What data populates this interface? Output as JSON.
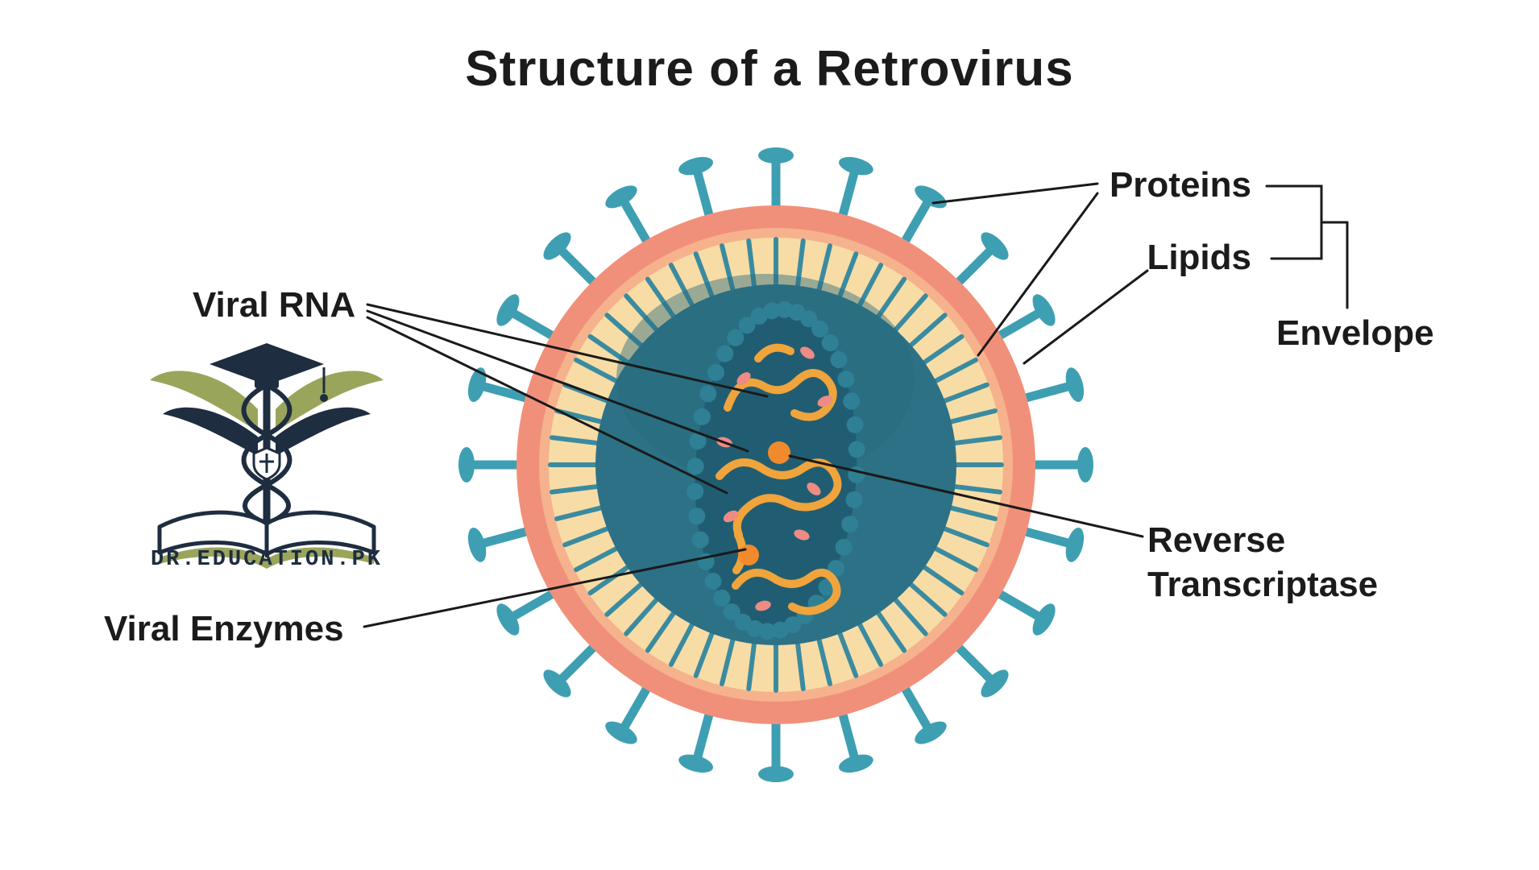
{
  "title": "Structure of a Retrovirus",
  "labels": {
    "proteins": "Proteins",
    "lipids": "Lipids",
    "envelope": "Envelope",
    "viral_rna": "Viral RNA",
    "viral_enzymes": "Viral Enzymes",
    "reverse_transcriptase": "Reverse Transcriptase"
  },
  "logo": {
    "text": "DR.EDUCATION.PK"
  },
  "colors": {
    "background": "#ffffff",
    "text": "#1b1b1b",
    "leader_line": "#1a1a1a",
    "envelope_outer": "#f1907a",
    "envelope_mid": "#f6b28d",
    "envelope_inner": "#f8dca6",
    "spike": "#3e9fb2",
    "membrane_protein": "#3a8ba0",
    "core": "#2d7186",
    "core_shade": "#286a7e",
    "capsid": "#215d72",
    "capsid_bead": "#2f8095",
    "rna": "#f0a43c",
    "enzyme": "#ee8b84",
    "reverse_transcriptase_dot": "#f18a2c",
    "logo_navy": "#1e2d3f",
    "logo_olive": "#9aa55c",
    "logo_page": "#ffffff"
  }
}
